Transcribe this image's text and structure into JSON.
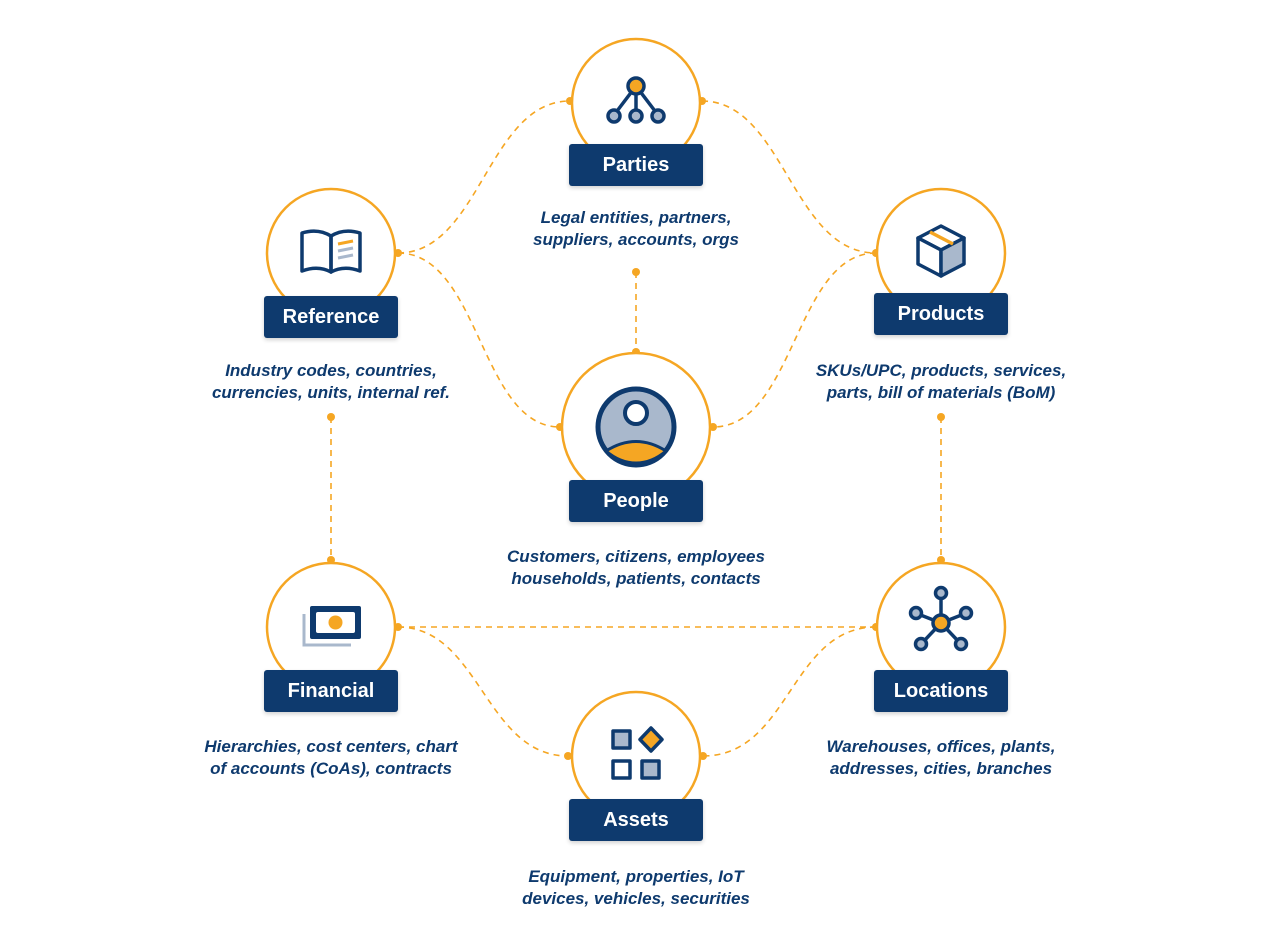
{
  "colors": {
    "navy": "#0e3a6e",
    "orange": "#f5a623",
    "slate": "#a9b8cc",
    "white": "#ffffff"
  },
  "nodes": [
    {
      "id": "parties",
      "label": "Parties",
      "icon": "hierarchy-icon",
      "desc": [
        "Legal entities, partners,",
        "suppliers, accounts, orgs"
      ]
    },
    {
      "id": "reference",
      "label": "Reference",
      "icon": "book-icon",
      "desc": [
        "Industry codes, countries,",
        "currencies, units, internal ref."
      ]
    },
    {
      "id": "products",
      "label": "Products",
      "icon": "box-icon",
      "desc": [
        "SKUs/UPC, products, services,",
        "parts, bill of materials (BoM)"
      ]
    },
    {
      "id": "people",
      "label": "People",
      "icon": "person-icon",
      "desc": [
        "Customers, citizens, employees",
        "households, patients, contacts"
      ]
    },
    {
      "id": "financial",
      "label": "Financial",
      "icon": "banknote-icon",
      "desc": [
        "Hierarchies, cost centers, chart",
        "of accounts (CoAs), contracts"
      ]
    },
    {
      "id": "locations",
      "label": "Locations",
      "icon": "network-icon",
      "desc": [
        "Warehouses, offices, plants,",
        "addresses, cities, branches"
      ]
    },
    {
      "id": "assets",
      "label": "Assets",
      "icon": "shapes-icon",
      "desc": [
        "Equipment, properties, IoT",
        "devices, vehicles, securities"
      ]
    }
  ]
}
